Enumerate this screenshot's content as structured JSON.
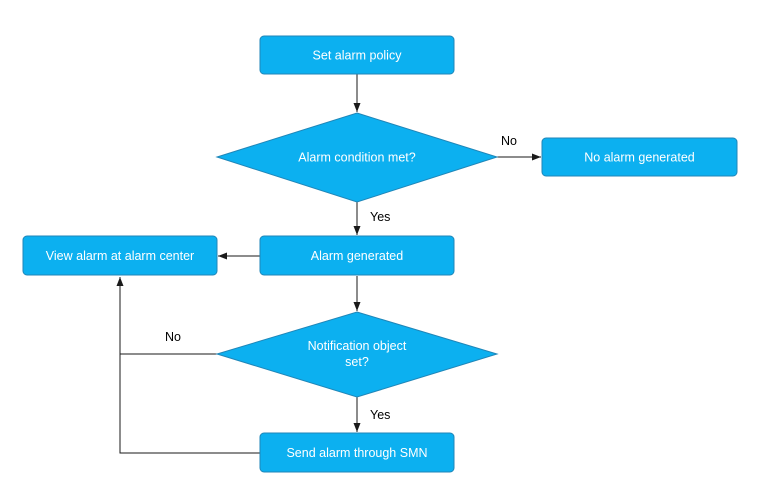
{
  "diagram": {
    "nodes": {
      "set_policy": "Set alarm policy",
      "condition_met": "Alarm condition met?",
      "no_alarm": "No alarm generated",
      "alarm_generated": "Alarm generated",
      "view_alarm": "View alarm at alarm center",
      "notification_set_line1": "Notification object",
      "notification_set_line2": "set?",
      "send_smn": "Send alarm through SMN"
    },
    "edge_labels": {
      "condition_no": "No",
      "condition_yes": "Yes",
      "notification_no": "No",
      "notification_yes": "Yes"
    },
    "colors": {
      "node_fill": "#0cb0f0",
      "node_border": "#1f86b8",
      "node_text": "#ffffff",
      "connector": "#1a1a1a"
    }
  }
}
